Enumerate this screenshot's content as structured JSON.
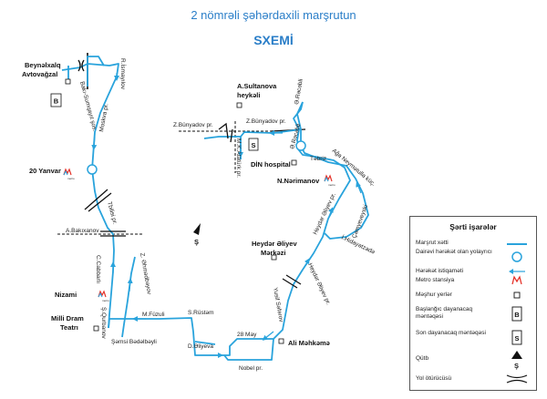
{
  "title": "2 nömrəli şəhərdaxili marşrutun",
  "subtitle": "SXEMİ",
  "colors": {
    "route": "#29a3dc",
    "title": "#2a7ec8",
    "road": "#111111"
  },
  "labels": {
    "beynelxalq": "Beynəlxalq",
    "avtovagzal": "Avtovağzal",
    "risma": "R.İsmayılov",
    "baki_sumqayit": "Bakı-Sumqayıt şos.",
    "moskva": "Moskva pr.",
    "yanvar20": "20 Yanvar",
    "tbilisi": "Tbilisi pr.",
    "abakixanov": "A.Bakıxanov",
    "ccabbarli": "C.Cabbarlı",
    "zelimadbeyov": "Z. Əhmədbəyov",
    "nizami": "Nizami",
    "squrbanov": "Ş.Qurbanov",
    "milli_dram": "Milli Dram",
    "teatri": "Teatrı",
    "mfuzuli": "M.Füzuli",
    "semsi": "Şəmsi Bədəlbəyli",
    "srustem": "S.Rüstəm",
    "dsliyeva": "D.Əliyeva",
    "may28": "28 May",
    "nobel": "Nobel pr.",
    "ali_mekeme": "Ali Məhkəmə",
    "yusif_seferov": "Yusif Səfərov",
    "heydar_aliyev_merkezi1": "Heydər Əliyev",
    "heydar_aliyev_merkezi2": "Mərkəzi",
    "heydar_aliyev_pr_lower": "Heydər Əliyev pr.",
    "heydar_aliyev_pr_upper": "Heydər Əliyev pr.",
    "ihidayetzade": "İ.Hidayətzadə",
    "cemyeverski": "Çəmyeveyski",
    "agaey": "Ağa Neymətulla küç.",
    "tebriz": "Təbriz",
    "nnarimanov": "N.Nərimanov",
    "din_hospital": "DİN hospital",
    "mkataturk": "M.K.Atatürk pr.",
    "zbunyadov1": "Z.Bünyadov pr.",
    "zbunyadov2": "Z.Bünyadov pr.",
    "erecebli1": "Ə.Rəcəbli",
    "erecebli2": "Ə.Rəcəbli",
    "asultanova1": "A.Sultanova",
    "asultanova2": "heykəli",
    "metro_badge": "metro",
    "north_letter": "Ş"
  },
  "legend": {
    "title": "Şərti işarələr",
    "items": [
      "Marşrut xətti",
      "Dairəvi hərəkət olan yolayrıcı",
      "Hərəkət istiqaməti",
      "Metro stansiya",
      "Məşhur yerlər",
      "Başlanğıc dayanacaq məntəqəsi",
      "Son dayanacaq məntəqəsi",
      "Qütb",
      "Yol ötürücüsü"
    ],
    "start_symbol": "B",
    "end_symbol": "S",
    "north_symbol": "Ş"
  },
  "icons": [
    "metro-icon",
    "landmark-icon",
    "north-arrow-icon",
    "roundabout-icon",
    "overpass-icon",
    "start-stop-icon",
    "end-stop-icon"
  ]
}
